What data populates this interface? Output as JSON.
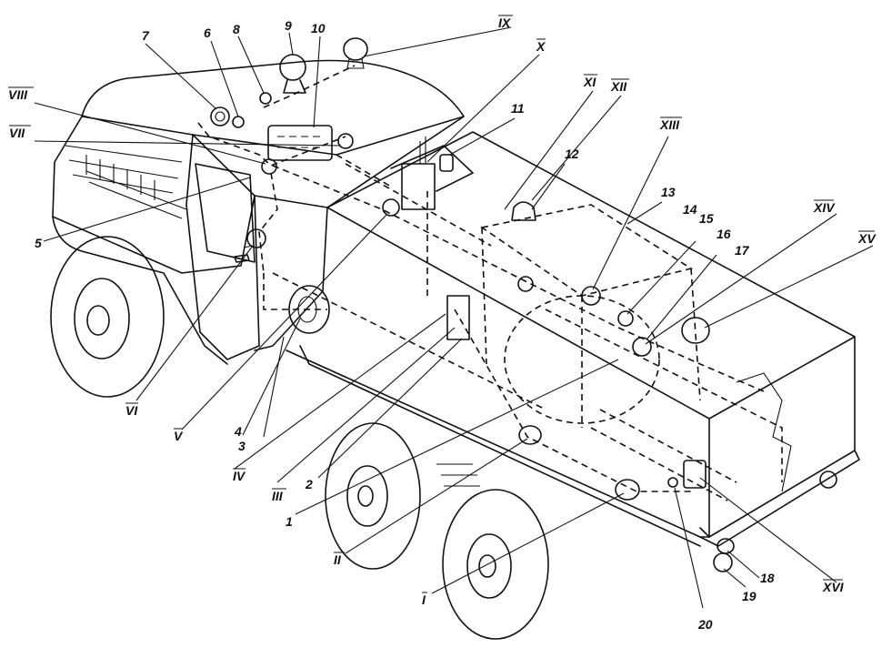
{
  "diagram": {
    "arabic_labels": [
      "1",
      "2",
      "3",
      "4",
      "5",
      "6",
      "7",
      "8",
      "9",
      "10",
      "11",
      "12",
      "13",
      "14",
      "15",
      "16",
      "17",
      "18",
      "19",
      "20"
    ],
    "roman_labels": [
      "I",
      "II",
      "III",
      "IV",
      "V",
      "VI",
      "VII",
      "VIII",
      "IX",
      "X",
      "XI",
      "XII",
      "XIII",
      "XIV",
      "XV",
      "XVI"
    ]
  }
}
